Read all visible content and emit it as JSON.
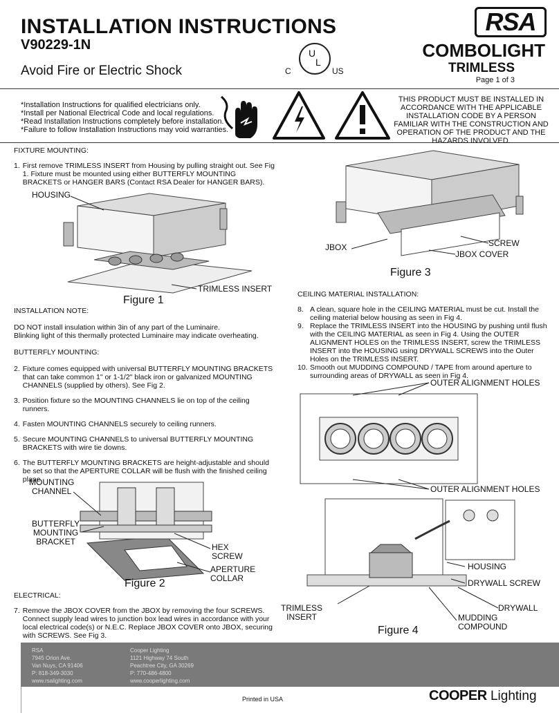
{
  "header": {
    "title": "INSTALLATION INSTRUCTIONS",
    "model": "V90229-1N",
    "subtitle": "Avoid Fire or Electric Shock",
    "brand": "RSA",
    "product_line": "COMBOLIGHT",
    "product_sub": "TRIMLESS",
    "page": "Page 1 of 3",
    "ul": {
      "u": "U",
      "l": "L",
      "c": "C",
      "us": "US"
    }
  },
  "safety": {
    "lines": [
      "*Installation Instructions for qualified electricians only.",
      "*Install per National Electrical Code and local regulations.",
      "*Read Installation Instructions completely before installation.",
      "*Failure to follow Installation Instructions may void warranties."
    ],
    "warning": "THIS PRODUCT MUST BE INSTALLED IN ACCORDANCE WITH THE APPLICABLE INSTALLATION CODE BY A PERSON FAMILIAR WITH THE CONSTRUCTION AND OPERATION OF THE PRODUCT AND THE HAZARDS INVOLVED."
  },
  "fixture_mounting": {
    "heading": "FIXTURE MOUNTING:",
    "step1_num": "1.",
    "step1": "First remove TRIMLESS INSERT from Housing by pulling straight out. See Fig 1.  Fixture must be mounted using either BUTTERFLY MOUNTING BRACKETS or HANGER BARS (Contact RSA Dealer for HANGER BARS)."
  },
  "figure1": {
    "label": "Figure 1",
    "housing": "HOUSING",
    "insert": "TRIMLESS INSERT"
  },
  "install_note": {
    "heading": "INSTALLATION NOTE:",
    "line1": "DO NOT install insulation within 3in of any part of the Luminaire.",
    "line2": "Blinking light of this thermally protected Luminaire may indicate overheating."
  },
  "butterfly": {
    "heading": "BUTTERFLY MOUNTING:",
    "steps": [
      {
        "num": "2.",
        "text": "Fixture comes equipped with universal BUTTERFLY MOUNTING BRACKETS that can take common 1\" or 1-1/2\" black iron or galvanized MOUNTING CHANNELS (supplied by others).  See Fig 2."
      },
      {
        "num": "3.",
        "text": "Position fixture so the MOUNTING CHANNELS lie on top of the ceiling runners."
      },
      {
        "num": "4.",
        "text": "Fasten MOUNTING CHANNELS securely to ceiling runners."
      },
      {
        "num": "5.",
        "text": "Secure MOUNTING CHANNELS to universal BUTTERFLY MOUNTING BRACKETS with wire tie downs."
      },
      {
        "num": "6.",
        "text": "The BUTTERFLY MOUNTING BRACKETS are height-adjustable and should be set so that the APERTURE COLLAR will be flush with the finished ceiling plane."
      }
    ]
  },
  "figure2": {
    "label": "Figure 2",
    "mounting": "MOUNTING",
    "channel": "CHANNEL",
    "butterfly": "BUTTERFLY",
    "mounting2": "MOUNTING",
    "bracket": "BRACKET",
    "hex": "HEX",
    "screw": "SCREW",
    "aperture": "APERTURE",
    "collar": "COLLAR"
  },
  "electrical": {
    "heading": "ELECTRICAL:",
    "step_num": "7.",
    "step": "Remove the JBOX COVER from the JBOX by removing the four SCREWS. Connect supply lead wires to junction box lead wires in accordance with your local electrical code(s) or N.E.C.  Replace JBOX COVER onto JBOX, securing with SCREWS.  See Fig 3."
  },
  "figure3": {
    "label": "Figure 3",
    "jbox": "JBOX",
    "screw": "SCREW",
    "jbox_cover": "JBOX COVER"
  },
  "ceiling": {
    "heading": "CEILING MATERIAL INSTALLATION:",
    "steps": [
      {
        "num": "8.",
        "text": "A clean, square hole in the CEILING MATERIAL must be cut.  Install the ceiling material below housing as seen in Fig 4."
      },
      {
        "num": "9.",
        "text": "Replace the TRIMLESS INSERT into the HOUSING by pushing until flush with the CEILING MATERIAL as seen in Fig 4.  Using the OUTER ALIGNMENT HOLES on the TRIMLESS INSERT, screw the TRIMLESS INSERT into the HOUSING using DRYWALL SCREWS into the Outer Holes on the TRIMLESS INSERT."
      },
      {
        "num": "10.",
        "text": "Smooth out MUDDING COMPOUND / TAPE from around aperture to surrounding areas of DRYWALL as seen in Fig 4."
      }
    ]
  },
  "figure4": {
    "label": "Figure 4",
    "outer_top": "OUTER ALIGNMENT HOLES",
    "outer_bottom": "OUTER ALIGNMENT HOLES",
    "housing": "HOUSING",
    "drywall_screw": "DRYWALL SCREW",
    "drywall": "DRYWALL",
    "trimless": "TRIMLESS",
    "insert": "INSERT",
    "mudding": "MUDDING",
    "compound": "COMPOUND"
  },
  "footer": {
    "rsa": [
      "RSA",
      "7945 Orion Ave.",
      "Van Nuys, CA 91406",
      "P: 818-349-3030",
      "www.rsalighting.com"
    ],
    "cooper": [
      "Cooper Lighting",
      "1121 Highway 74 South",
      "Peachtree City, GA 30269",
      "P: 770-486-4800",
      "www.cooperlighting.com"
    ],
    "printed": "Printed in USA",
    "logo_bold": "COOPER",
    "logo_rest": " Lighting"
  }
}
